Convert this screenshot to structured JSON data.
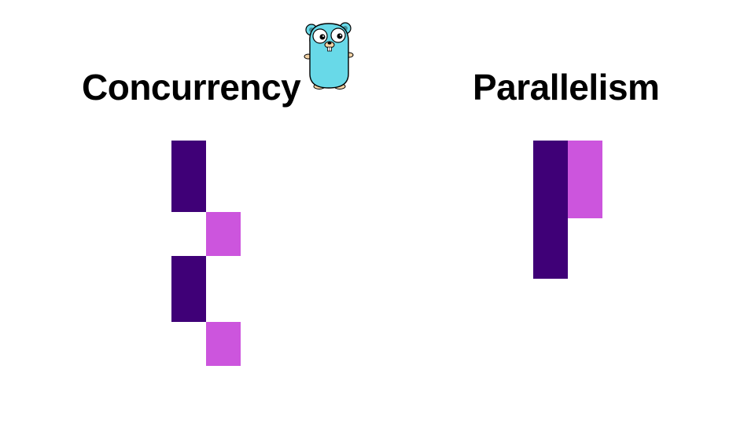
{
  "slide": {
    "left_title": "Concurrency",
    "right_title": "Parallelism"
  },
  "colors": {
    "task_a": "#3f0077",
    "task_b": "#cc55dd",
    "gopher_body": "#68d9e8",
    "background": "#ffffff"
  },
  "mascot": {
    "icon": "go-gopher-icon"
  },
  "diagrams": {
    "concurrency": {
      "description_order": [
        "task_a",
        "task_b",
        "task_a",
        "task_b"
      ]
    },
    "parallelism": {
      "description_order": [
        "task_a",
        "task_b"
      ]
    }
  }
}
